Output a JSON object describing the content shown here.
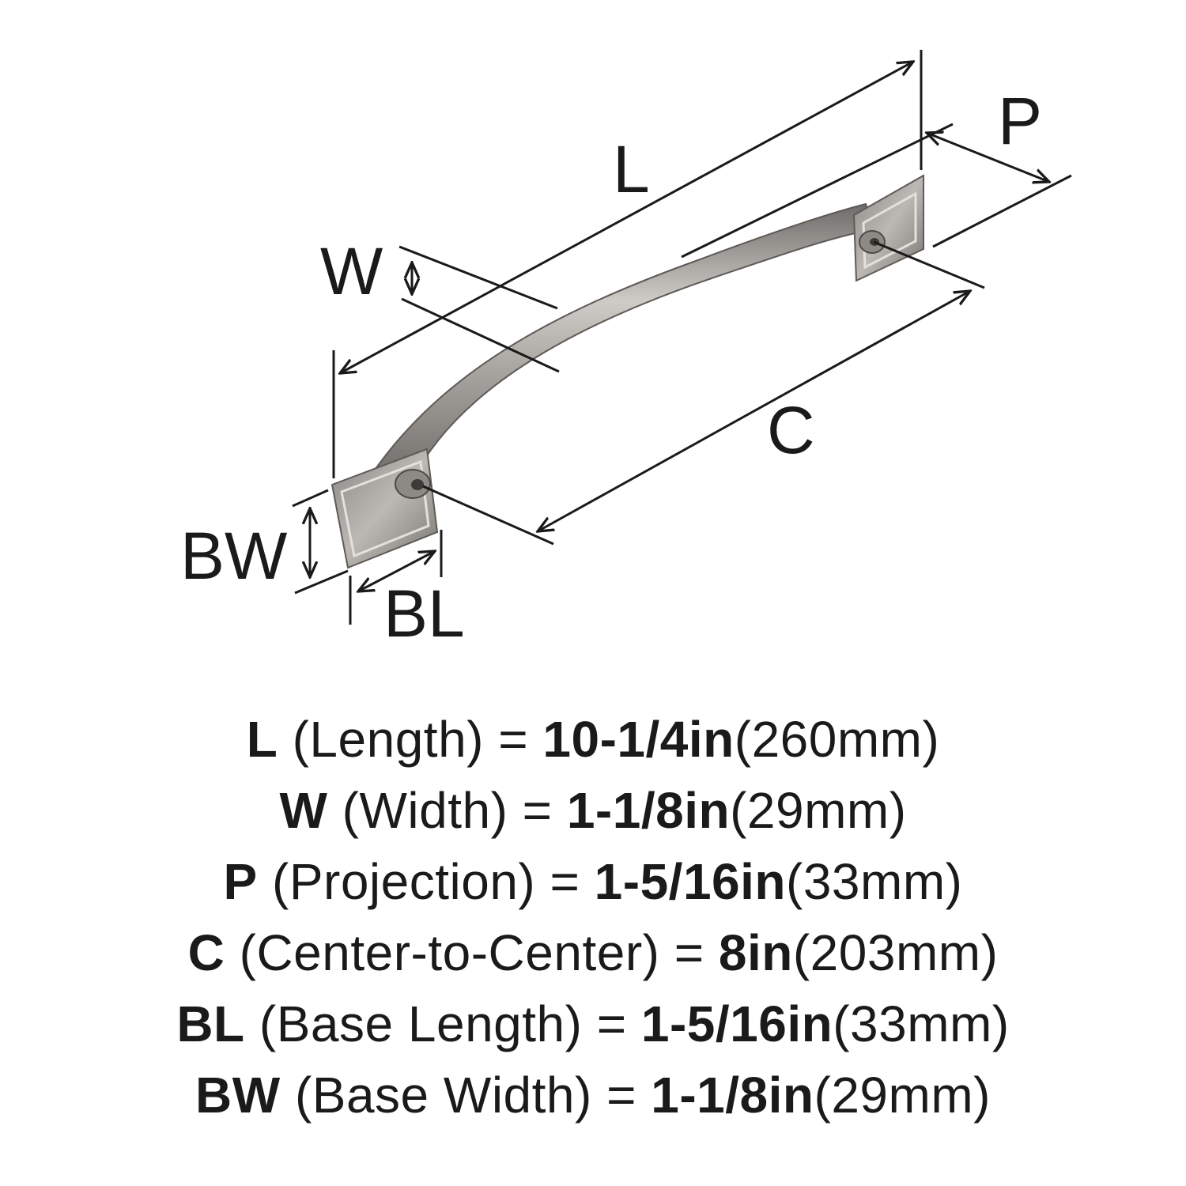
{
  "diagram": {
    "labels": {
      "L": "L",
      "W": "W",
      "P": "P",
      "C": "C",
      "BW": "BW",
      "BL": "BL"
    },
    "colors": {
      "line": "#1a1a1a",
      "metal_dark": "#6f6b68",
      "metal_mid": "#9d9995",
      "metal_light": "#cfcbc7"
    }
  },
  "specs": [
    {
      "key": "L",
      "desc": "(Length) =",
      "value": "10-1/4in",
      "metric": "(260mm)"
    },
    {
      "key": "W",
      "desc": "(Width) =",
      "value": "1-1/8in",
      "metric": "(29mm)"
    },
    {
      "key": "P",
      "desc": "(Projection) =",
      "value": "1-5/16in",
      "metric": "(33mm)"
    },
    {
      "key": "C",
      "desc": "(Center-to-Center) =",
      "value": "8in",
      "metric": "(203mm)"
    },
    {
      "key": "BL",
      "desc": "(Base Length) =",
      "value": "1-5/16in",
      "metric": "(33mm)"
    },
    {
      "key": "BW",
      "desc": "(Base Width) =",
      "value": "1-1/8in",
      "metric": "(29mm)"
    }
  ]
}
